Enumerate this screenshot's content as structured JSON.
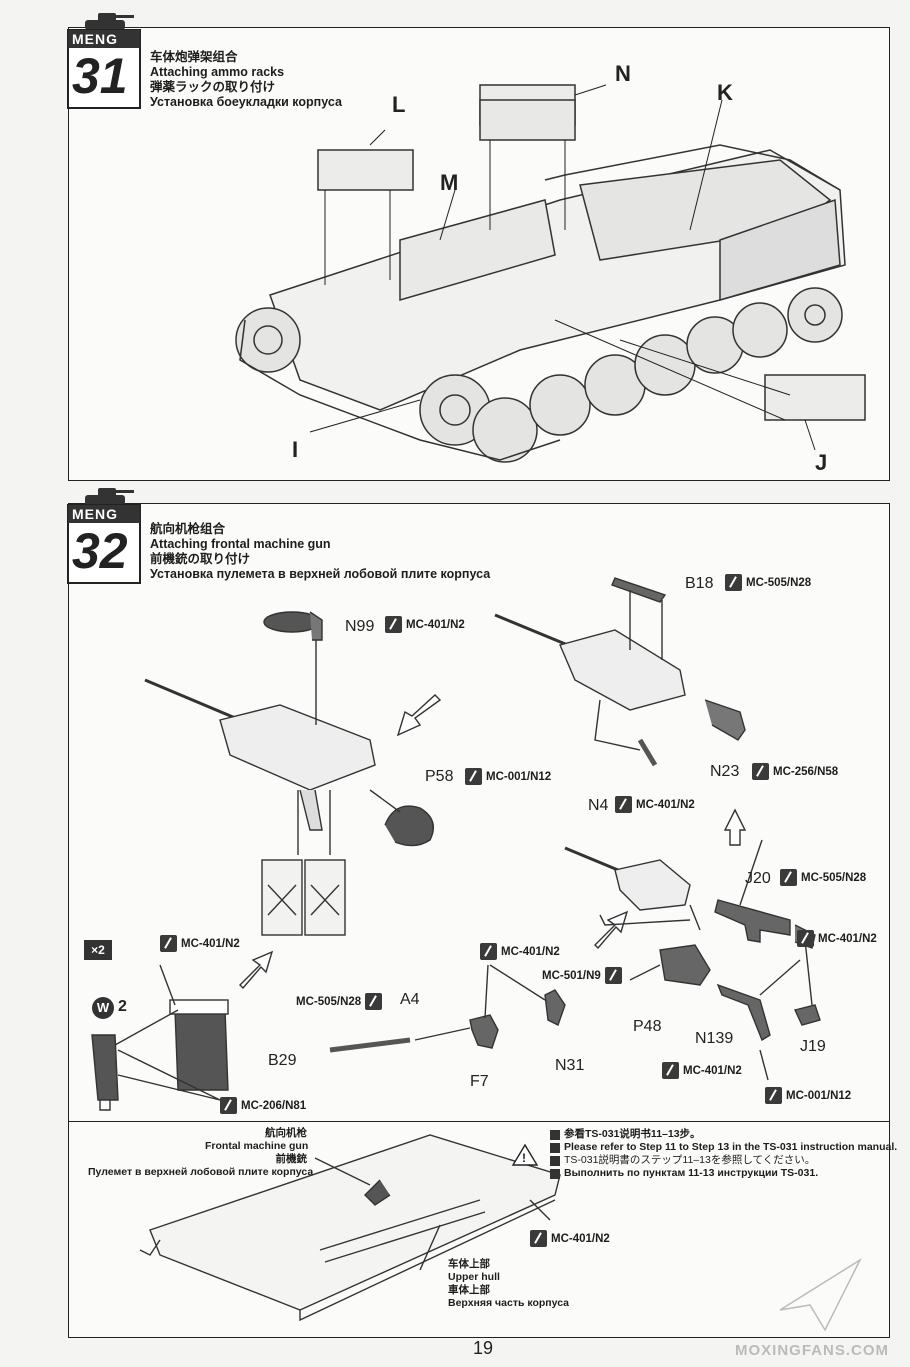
{
  "step31": {
    "number": "31",
    "brand": "MENG",
    "title_cn": "车体炮弹架组合",
    "title_en": "Attaching ammo racks",
    "title_jp": "弾薬ラックの取り付け",
    "title_ru": "Установка боеукладки корпуса",
    "parts": {
      "L": "L",
      "M": "M",
      "N": "N",
      "K": "K",
      "I": "I",
      "J": "J"
    }
  },
  "step32": {
    "number": "32",
    "brand": "MENG",
    "title_cn": "航向机枪组合",
    "title_en": "Attaching frontal machine gun",
    "title_jp": "前機銃の取り付け",
    "title_ru": "Установка пулемета в верхней лобовой плите корпуса",
    "parts": {
      "N99": "N99",
      "P58": "P58",
      "B18": "B18",
      "N23": "N23",
      "N4": "N4",
      "J20": "J20",
      "A4": "A4",
      "B29": "B29",
      "F7": "F7",
      "N31": "N31",
      "P48": "P48",
      "N139": "N139",
      "J19": "J19"
    },
    "paints": {
      "n99": "MC-401/N2",
      "p58": "MC-001/N12",
      "b18": "MC-505/N28",
      "n23": "MC-256/N58",
      "n4": "MC-401/N2",
      "j20": "MC-505/N28",
      "j20b": "MC-401/N2",
      "left_top": "MC-401/N2",
      "left_bottom": "MC-206/N81",
      "a4": "MC-505/N28",
      "f7": "MC-401/N2",
      "p48": "MC-501/N9",
      "n139a": "MC-401/N2",
      "n139b": "MC-001/N12"
    },
    "qty": "×2",
    "weathering": "W",
    "weathering_num": "2"
  },
  "bottom": {
    "mg_cn": "航向机枪",
    "mg_en": "Frontal machine gun",
    "mg_jp": "前機銃",
    "mg_ru": "Пулемет в верхней лобовой плите корпуса",
    "hull_cn": "车体上部",
    "hull_en": "Upper hull",
    "hull_jp": "車体上部",
    "hull_ru": "Верхняя часть корпуса",
    "paint": "MC-401/N2",
    "note_cn": "参看TS-031说明书11–13步。",
    "note_en": "Please refer to Step 11 to Step 13 in the TS-031 instruction manual.",
    "note_jp": "TS-031説明書のステップ11–13を参照してください。",
    "note_ru": "Выполнить по пунктам 11-13 инструкции TS-031."
  },
  "page_number": "19",
  "watermark": "MOXINGFANS.COM"
}
